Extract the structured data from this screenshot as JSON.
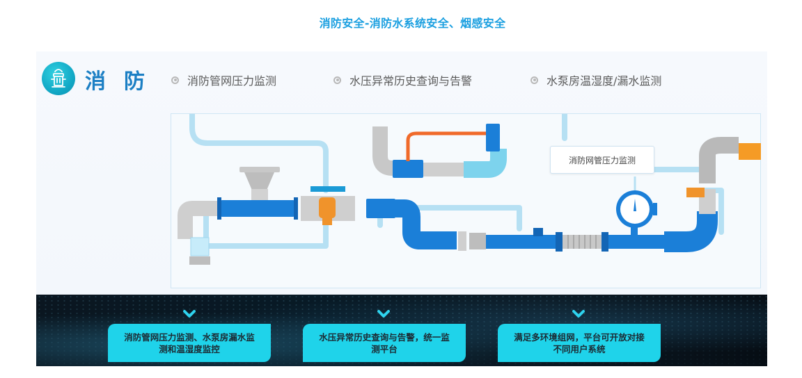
{
  "page": {
    "title": "消防安全-消防水系统安全、烟感安全"
  },
  "brand": {
    "title": "消防",
    "icon": "fire-hydrant-icon",
    "accent": "#1b7fc4"
  },
  "features": [
    {
      "label": "消防管网压力监测"
    },
    {
      "label": "水压异常历史查询与告警"
    },
    {
      "label": "水泵房温湿度/漏水监测"
    }
  ],
  "diagram": {
    "callout": "消防网管压力监测"
  },
  "cards": [
    {
      "text": "消防管网压力监测、水泵房漏水监测和温湿度监控"
    },
    {
      "text": "水压异常历史查询与告警，统一监测平台"
    },
    {
      "text": "满足多环境组网，平台可开放对接不同用户系统"
    }
  ],
  "colors": {
    "title": "#1a9fe0",
    "pipe_blue": "#1b7fd8",
    "pipe_light": "#a9dcf2",
    "pipe_gray": "#c9c9c9",
    "valve_orange": "#f0932b",
    "card_cyan": "#1fd3ea"
  }
}
